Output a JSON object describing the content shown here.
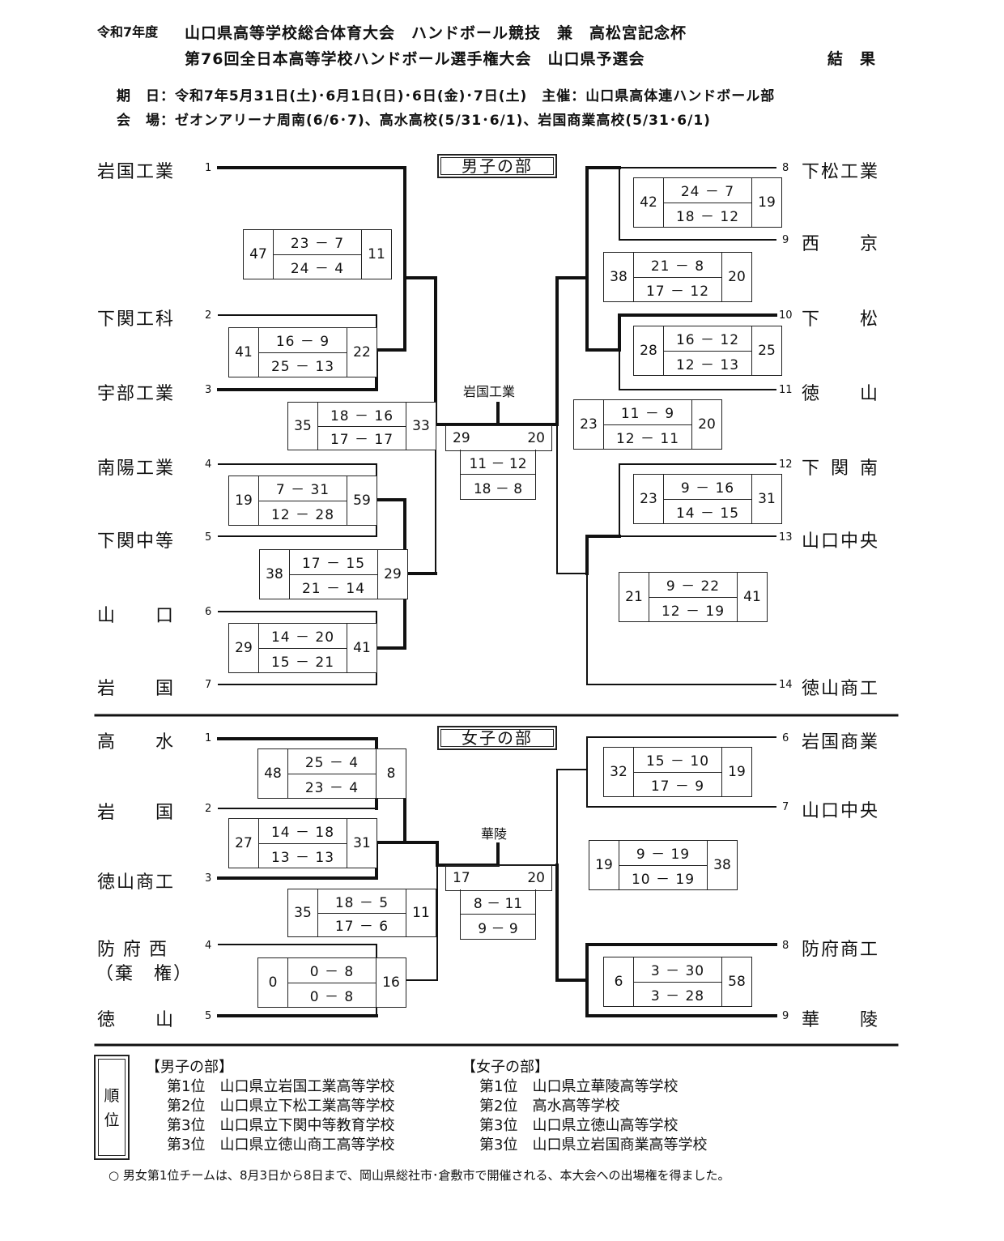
{
  "header": {
    "year": "令和7年度",
    "title1": "山口県高等学校総合体育大会　ハンドボール競技　兼　高松宮記念杯",
    "title2": "第76回全日本高等学校ハンドボール選手権大会　山口県予選会",
    "result": "結　果",
    "date": "期　日：令和7年5月31日(土)･6月1日(日)･6日(金)･7日(土)　主催：山口県高体連ハンドボール部",
    "venue": "会　場：ゼオンアリーナ周南(6/6･7)、高水高校(5/31･6/1)、岩国商業高校(5/31･6/1)"
  },
  "boys": {
    "label": "男子の部",
    "winner": "岩国工業",
    "teams": [
      {
        "name": "岩国工業",
        "seed": "1"
      },
      {
        "name": "下関工科",
        "seed": "2"
      },
      {
        "name": "宇部工業",
        "seed": "3"
      },
      {
        "name": "南陽工業",
        "seed": "4"
      },
      {
        "name": "下関中等",
        "seed": "5"
      },
      {
        "name": "山　　口",
        "seed": "6"
      },
      {
        "name": "岩　　国",
        "seed": "7"
      },
      {
        "name": "下松工業",
        "seed": "8"
      },
      {
        "name": "西　　京",
        "seed": "9"
      },
      {
        "name": "下　　松",
        "seed": "10"
      },
      {
        "name": "徳　　山",
        "seed": "11"
      },
      {
        "name": "下関南",
        "seed": "12"
      },
      {
        "name": "山口中央",
        "seed": "13"
      },
      {
        "name": "徳山商工",
        "seed": "14"
      }
    ],
    "scores": [
      {
        "left": "47",
        "h1": "23 － 7",
        "h2": "24 － 4",
        "right": "11"
      },
      {
        "left": "41",
        "h1": "16 － 9",
        "h2": "25 － 13",
        "right": "22"
      },
      {
        "left": "35",
        "h1": "18 － 16",
        "h2": "17 － 17",
        "right": "33"
      },
      {
        "left": "19",
        "h1": "7 － 31",
        "h2": "12 － 28",
        "right": "59"
      },
      {
        "left": "38",
        "h1": "17 － 15",
        "h2": "21 － 14",
        "right": "29"
      },
      {
        "left": "29",
        "h1": "14 － 20",
        "h2": "15 － 21",
        "right": "41"
      },
      {
        "left": "42",
        "h1": "24 － 7",
        "h2": "18 － 12",
        "right": "19"
      },
      {
        "left": "38",
        "h1": "21 － 8",
        "h2": "17 － 12",
        "right": "20"
      },
      {
        "left": "28",
        "h1": "16 － 12",
        "h2": "12 － 13",
        "right": "25"
      },
      {
        "left": "23",
        "h1": "11 － 9",
        "h2": "12 － 11",
        "right": "20"
      },
      {
        "left": "23",
        "h1": "9 － 16",
        "h2": "14 － 15",
        "right": "31"
      },
      {
        "left": "21",
        "h1": "9 － 22",
        "h2": "12 － 19",
        "right": "41"
      }
    ],
    "final": {
      "left": "29",
      "right": "20",
      "h1": "11 － 12",
      "h2": "18 － 8"
    }
  },
  "girls": {
    "label": "女子の部",
    "winner": "華陵",
    "teams": [
      {
        "name": "高　　水",
        "seed": "1"
      },
      {
        "name": "岩　　国",
        "seed": "2"
      },
      {
        "name": "徳山商工",
        "seed": "3"
      },
      {
        "name": "防府西",
        "seed": "4",
        "note": "（棄　権）"
      },
      {
        "name": "徳　　山",
        "seed": "5"
      },
      {
        "name": "岩国商業",
        "seed": "6"
      },
      {
        "name": "山口中央",
        "seed": "7"
      },
      {
        "name": "防府商工",
        "seed": "8"
      },
      {
        "name": "華　　陵",
        "seed": "9"
      }
    ],
    "scores": [
      {
        "left": "48",
        "h1": "25 － 4",
        "h2": "23 － 4",
        "right": "8"
      },
      {
        "left": "27",
        "h1": "14 － 18",
        "h2": "13 － 13",
        "right": "31"
      },
      {
        "left": "35",
        "h1": "18 － 5",
        "h2": "17 － 6",
        "right": "11"
      },
      {
        "left": "0",
        "h1": "0 － 8",
        "h2": "0 － 8",
        "right": "16"
      },
      {
        "left": "32",
        "h1": "15 － 10",
        "h2": "17 － 9",
        "right": "19"
      },
      {
        "left": "19",
        "h1": "9 － 19",
        "h2": "10 － 19",
        "right": "38"
      },
      {
        "left": "6",
        "h1": "3 － 30",
        "h2": "3 － 28",
        "right": "58"
      }
    ],
    "final": {
      "left": "17",
      "right": "20",
      "h1": "8 － 11",
      "h2": "9 － 9"
    }
  },
  "ranking": {
    "tag1": "順",
    "tag2": "位",
    "boys_title": "【男子の部】",
    "boys": [
      "第1位　山口県立岩国工業高等学校",
      "第2位　山口県立下松工業高等学校",
      "第3位　山口県立下関中等教育学校",
      "第3位　山口県立徳山商工高等学校"
    ],
    "girls_title": "【女子の部】",
    "girls": [
      "第1位　山口県立華陵高等学校",
      "第2位　高水高等学校",
      "第3位　山口県立徳山高等学校",
      "第3位　山口県立岩国商業高等学校"
    ]
  },
  "footer_note": "○ 男女第1位チームは、8月3日から8日まで、岡山県総社市･倉敷市で開催される、本大会への出場権を得ました。"
}
